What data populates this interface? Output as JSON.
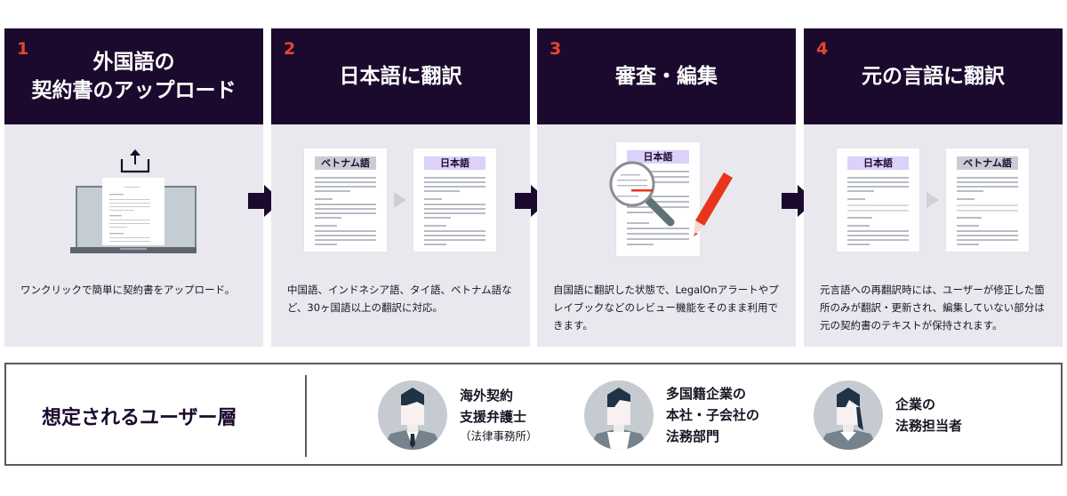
{
  "steps": [
    {
      "number": "1",
      "title": "外国語の\n契約書のアップロード",
      "description": "ワンクリックで簡単に契約書をアップロード。"
    },
    {
      "number": "2",
      "title": "日本語に翻訳",
      "description": "中国語、インドネシア語、タイ語、ベトナム語など、30ヶ国語以上の翻訳に対応。",
      "doc_from": "ベトナム語",
      "doc_to": "日本語"
    },
    {
      "number": "3",
      "title": "審査・編集",
      "description": "自国語に翻訳した状態で、LegalOnアラートやプレイブックなどのレビュー機能をそのまま利用できます。",
      "doc_label": "日本語"
    },
    {
      "number": "4",
      "title": "元の言語に翻訳",
      "description": "元言語への再翻訳時には、ユーザーが修正した箇所のみが翻訳・更新され、編集していない部分は元の契約書のテキストが保持されます。",
      "doc_from": "日本語",
      "doc_to": "ベトナム語"
    }
  ],
  "users": {
    "title": "想定されるユーザー層",
    "personas": [
      {
        "line1": "海外契約",
        "line2": "支援弁護士",
        "sub": "（法律事務所）"
      },
      {
        "line1": "多国籍企業の",
        "line2": "本社・子会社の",
        "line3": "法務部門"
      },
      {
        "line1": "企業の",
        "line2": "法務担当者"
      }
    ]
  },
  "colors": {
    "header_bg": "#1c0a2e",
    "accent_number": "#e8452c",
    "body_bg": "#e9e8ee",
    "tag_purple": "#dcd1fa",
    "tag_gray": "#c9ccd3",
    "pen": "#e8341c"
  }
}
